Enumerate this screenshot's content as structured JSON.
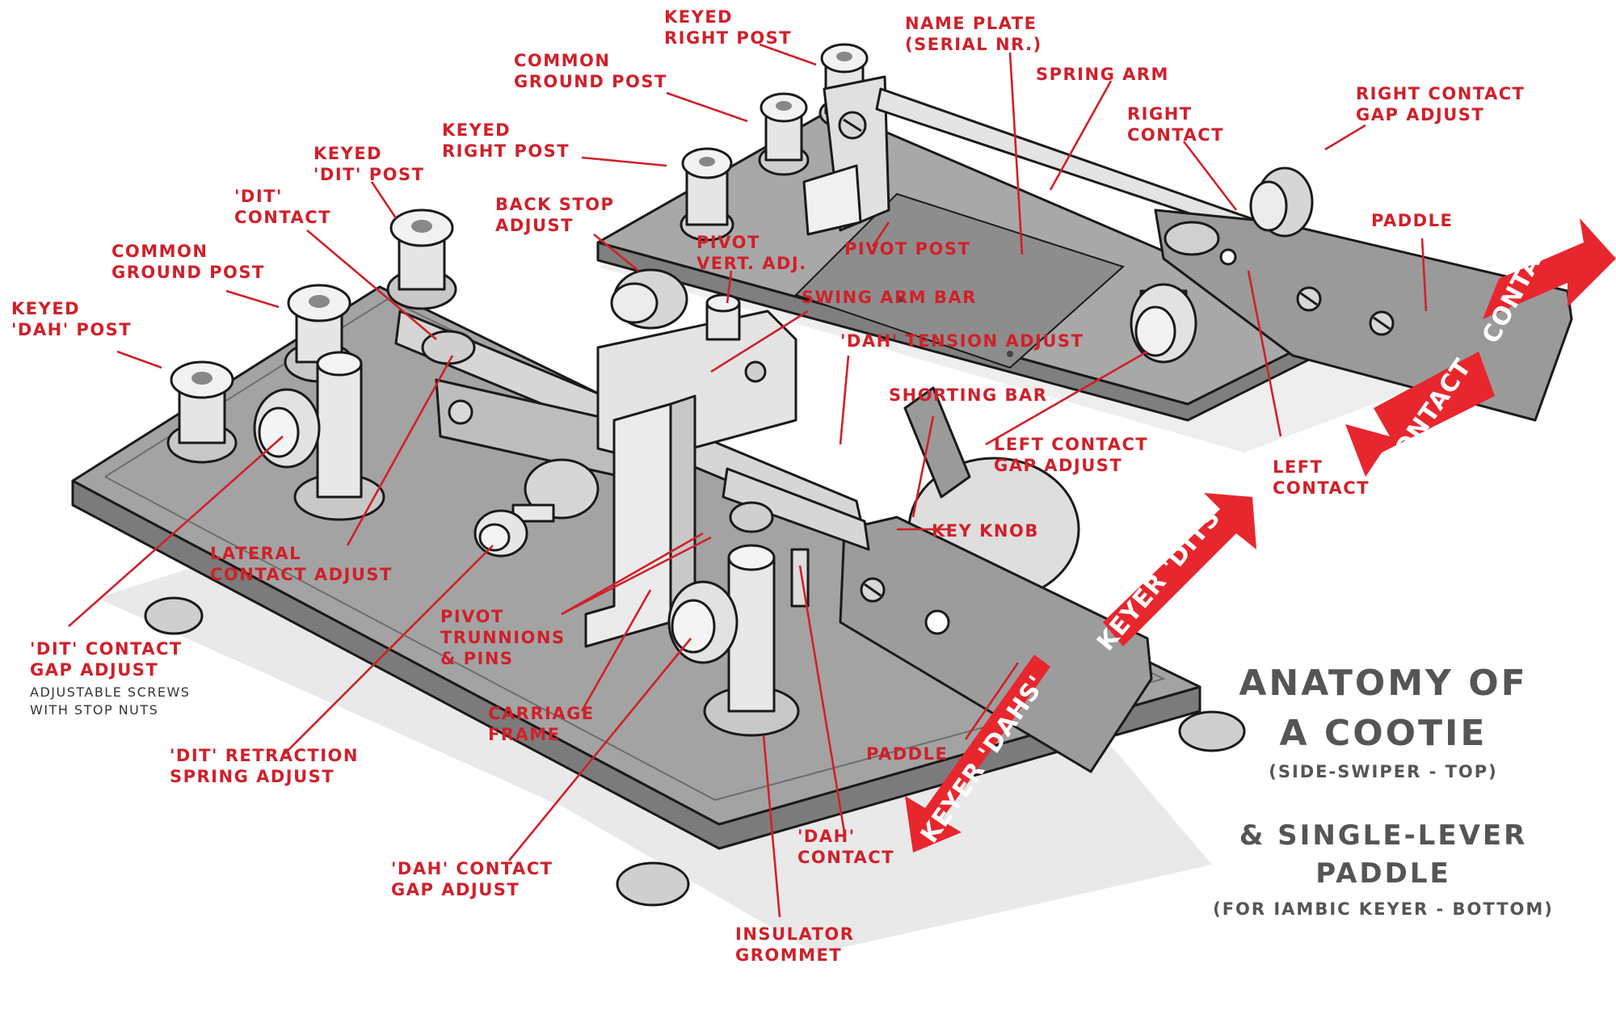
{
  "title": {
    "line1": "ANATOMY OF",
    "line2": "A COOTIE",
    "line3": "(SIDE-SWIPER - TOP)",
    "line4": "& SINGLE-LEVER",
    "line5": "PADDLE",
    "line6": "(FOR IAMBIC KEYER - BOTTOM)"
  },
  "arrows": {
    "contact_top": "CONTACT",
    "contact_bottom": "CONTACT",
    "keyer_dits": "KEYER 'DITS'",
    "keyer_dahs": "KEYER 'DAHS'"
  },
  "labels": {
    "keyed_right_post_top": [
      "KEYED",
      "RIGHT POST"
    ],
    "name_plate": [
      "NAME PLATE",
      "(SERIAL NR.)"
    ],
    "spring_arm": [
      "SPRING ARM"
    ],
    "common_ground_post_top": [
      "COMMON",
      "GROUND POST"
    ],
    "right_contact": [
      "RIGHT",
      "CONTACT"
    ],
    "right_contact_gap_adjust": [
      "RIGHT CONTACT",
      "GAP ADJUST"
    ],
    "keyed_right_post_mid": [
      "KEYED",
      "RIGHT POST"
    ],
    "keyed_dit_post": [
      "KEYED",
      "'DIT' POST"
    ],
    "back_stop_adjust": [
      "BACK STOP",
      "ADJUST"
    ],
    "dit_contact": [
      "'DIT'",
      "CONTACT"
    ],
    "pivot_vert_adj": [
      "PIVOT",
      "VERT. ADJ."
    ],
    "pivot_post": [
      "PIVOT POST"
    ],
    "paddle_right": [
      "PADDLE"
    ],
    "common_ground_post_left": [
      "COMMON",
      "GROUND POST"
    ],
    "swing_arm_bar": [
      "SWING ARM BAR"
    ],
    "keyed_dah_post": [
      "KEYED",
      "'DAH' POST"
    ],
    "dah_tension_adjust": [
      "'DAH' TENSION ADJUST"
    ],
    "shorting_bar": [
      "SHORTING BAR"
    ],
    "left_contact_gap_adjust": [
      "LEFT CONTACT",
      "GAP ADJUST"
    ],
    "left_contact": [
      "LEFT",
      "CONTACT"
    ],
    "key_knob": [
      "KEY KNOB"
    ],
    "lateral_contact_adjust": [
      "LATERAL",
      "CONTACT ADJUST"
    ],
    "dit_contact_gap_adjust": [
      "'DIT' CONTACT",
      "GAP ADJUST"
    ],
    "dit_contact_gap_adjust_note": [
      "ADJUSTABLE SCREWS",
      "WITH STOP NUTS"
    ],
    "pivot_trunnions": [
      "PIVOT",
      "TRUNNIONS",
      "& PINS"
    ],
    "carriage_frame": [
      "CARRIAGE",
      "FRAME"
    ],
    "paddle_bottom": [
      "PADDLE"
    ],
    "dit_retraction_spring_adjust": [
      "'DIT' RETRACTION",
      "SPRING ADJUST"
    ],
    "dah_contact": [
      "'DAH'",
      "CONTACT"
    ],
    "dah_contact_gap_adjust": [
      "'DAH' CONTACT",
      "GAP ADJUST"
    ],
    "insulator_grommet": [
      "INSULATOR",
      "GROMMET"
    ]
  },
  "colors": {
    "label_red": "#d0202a",
    "title_gray": "#555555",
    "arrow_red": "#e8262d",
    "base_gray": "#9a9a9a",
    "shadow_gray": "#e6e6e6"
  }
}
